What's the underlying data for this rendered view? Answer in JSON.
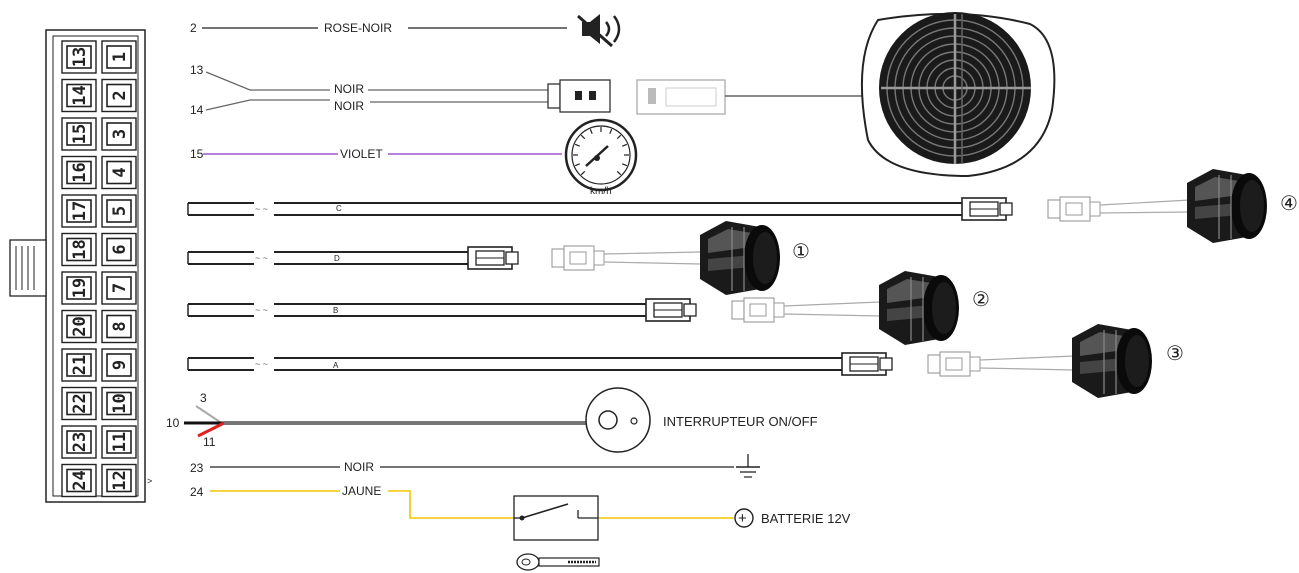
{
  "connector": {
    "top_row": [
      "13",
      "14",
      "15",
      "16",
      "17",
      "18",
      "19",
      "20",
      "21",
      "22",
      "23",
      "24"
    ],
    "bottom_row": [
      "1",
      "2",
      "3",
      "4",
      "5",
      "6",
      "7",
      "8",
      "9",
      "10",
      "11",
      "12"
    ]
  },
  "wires": {
    "w2": {
      "num": "2",
      "label": "ROSE-NOIR"
    },
    "w13": {
      "num": "13",
      "label": "NOIR"
    },
    "w14": {
      "num": "14",
      "label": "NOIR"
    },
    "w15": {
      "num": "15",
      "label": "VIOLET"
    },
    "w3": {
      "num": "3"
    },
    "w10": {
      "num": "10"
    },
    "w11": {
      "num": "11"
    },
    "w23": {
      "num": "23",
      "label": "NOIR"
    },
    "w24": {
      "num": "24",
      "label": "JAUNE"
    }
  },
  "cables": {
    "c": "C",
    "d": "D",
    "b": "B",
    "a": "A"
  },
  "sensors": {
    "s1": "①",
    "s2": "②",
    "s3": "③",
    "s4": "④"
  },
  "labels": {
    "speed_unit": "km/h",
    "switch": "INTERRUPTEUR ON/OFF",
    "battery": "BATTERIE 12V",
    "plus": "+"
  },
  "colors": {
    "violet": "#9b59d0",
    "yellow": "#f2c500",
    "red": "#e02020",
    "wire": "#222222",
    "grey": "#777777"
  },
  "icons": [
    "mute-speaker-icon",
    "speedometer-icon",
    "ground-icon",
    "key-icon",
    "buzzer-icon"
  ]
}
